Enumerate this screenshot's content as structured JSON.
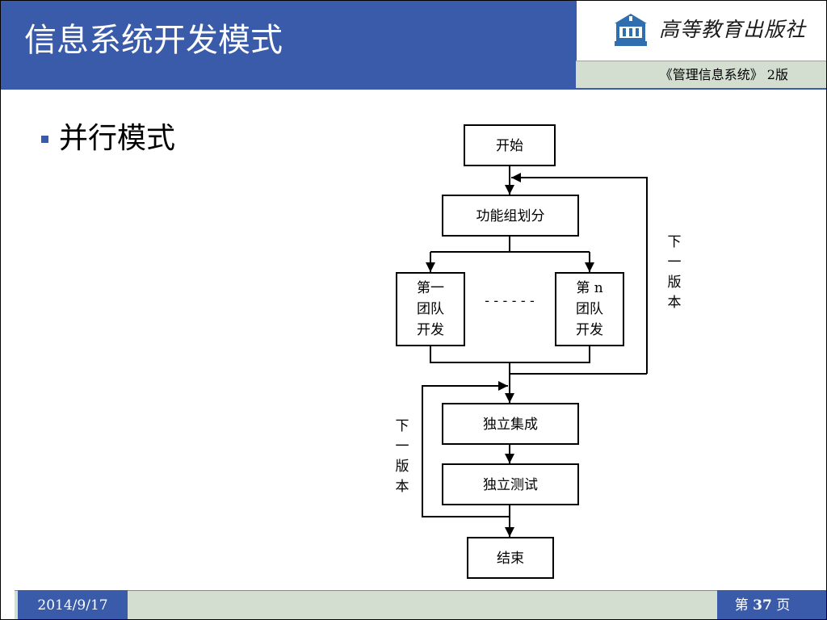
{
  "header": {
    "title": "信息系统开发模式",
    "publisher_logo_text": "高等教育出版社",
    "book_label": "《管理信息系统》 2版"
  },
  "content": {
    "bullet_text": "并行模式"
  },
  "diagram": {
    "start": "开始",
    "divide": "功能组划分",
    "team_first": [
      "第一",
      "团队",
      "开发"
    ],
    "team_n": [
      "第 n",
      "团队",
      "开发"
    ],
    "ellipsis": "- - - - - -",
    "integrate": "独立集成",
    "test": "独立测试",
    "end": "结束",
    "next_version_right": [
      "下",
      "一",
      "版",
      "本"
    ],
    "next_version_left": [
      "下",
      "一",
      "版",
      "本"
    ]
  },
  "footer": {
    "date": "2014/9/17",
    "page_prefix": "第 ",
    "page_number": "37",
    "page_suffix": " 页"
  },
  "colors": {
    "header_blue": "#3a5ba9",
    "footer_green": "#d3ddd0"
  }
}
